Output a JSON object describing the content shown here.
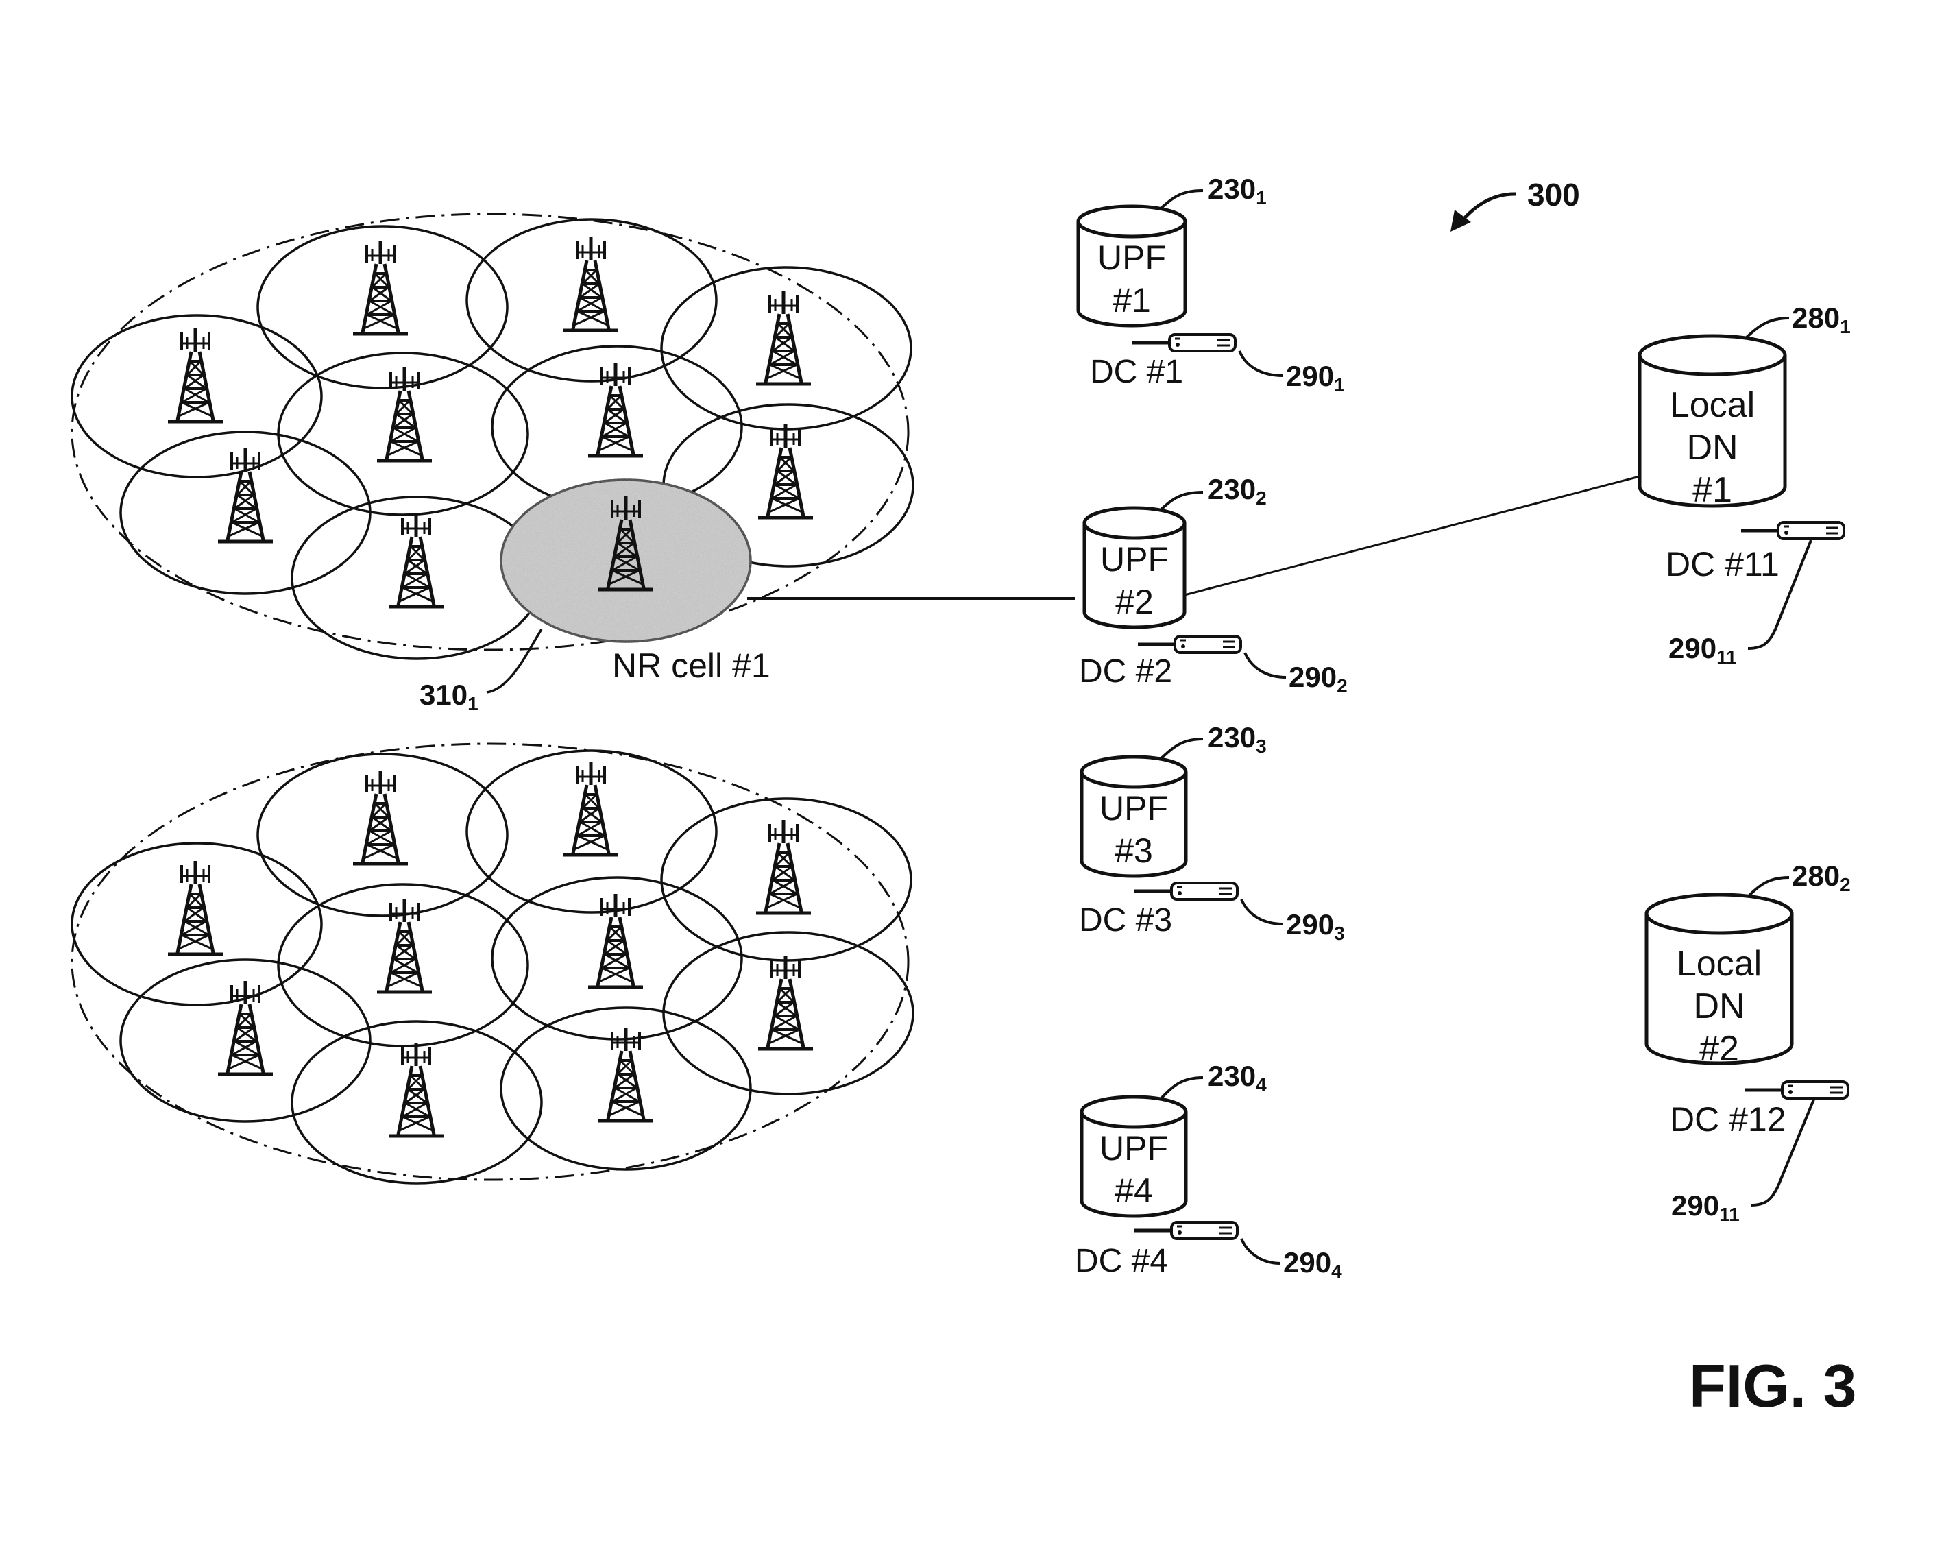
{
  "figure": {
    "reference": "300",
    "caption": "FIG. 3"
  },
  "clusters": [
    {
      "highlight_cell": {
        "label": "NR cell #1",
        "ref": {
          "main": "310",
          "sub": "1"
        }
      }
    },
    {}
  ],
  "upfs": [
    {
      "line1": "UPF",
      "line2": "#1",
      "ref": {
        "main": "230",
        "sub": "1"
      },
      "dc": "DC #1",
      "dc_ref": {
        "main": "290",
        "sub": "1"
      }
    },
    {
      "line1": "UPF",
      "line2": "#2",
      "ref": {
        "main": "230",
        "sub": "2"
      },
      "dc": "DC #2",
      "dc_ref": {
        "main": "290",
        "sub": "2"
      }
    },
    {
      "line1": "UPF",
      "line2": "#3",
      "ref": {
        "main": "230",
        "sub": "3"
      },
      "dc": "DC #3",
      "dc_ref": {
        "main": "290",
        "sub": "3"
      }
    },
    {
      "line1": "UPF",
      "line2": "#4",
      "ref": {
        "main": "230",
        "sub": "4"
      },
      "dc": "DC #4",
      "dc_ref": {
        "main": "290",
        "sub": "4"
      }
    }
  ],
  "local_dns": [
    {
      "line1": "Local",
      "line2": "DN",
      "line3": "#1",
      "ref": {
        "main": "280",
        "sub": "1"
      },
      "dc": "DC #11",
      "dc_ref": {
        "main": "290",
        "sub": "11"
      }
    },
    {
      "line1": "Local",
      "line2": "DN",
      "line3": "#2",
      "ref": {
        "main": "280",
        "sub": "2"
      },
      "dc": "DC #12",
      "dc_ref": {
        "main": "290",
        "sub": "11"
      }
    }
  ],
  "colors": {
    "ink": "#111111",
    "highlight_fill": "#d4d4d4"
  }
}
